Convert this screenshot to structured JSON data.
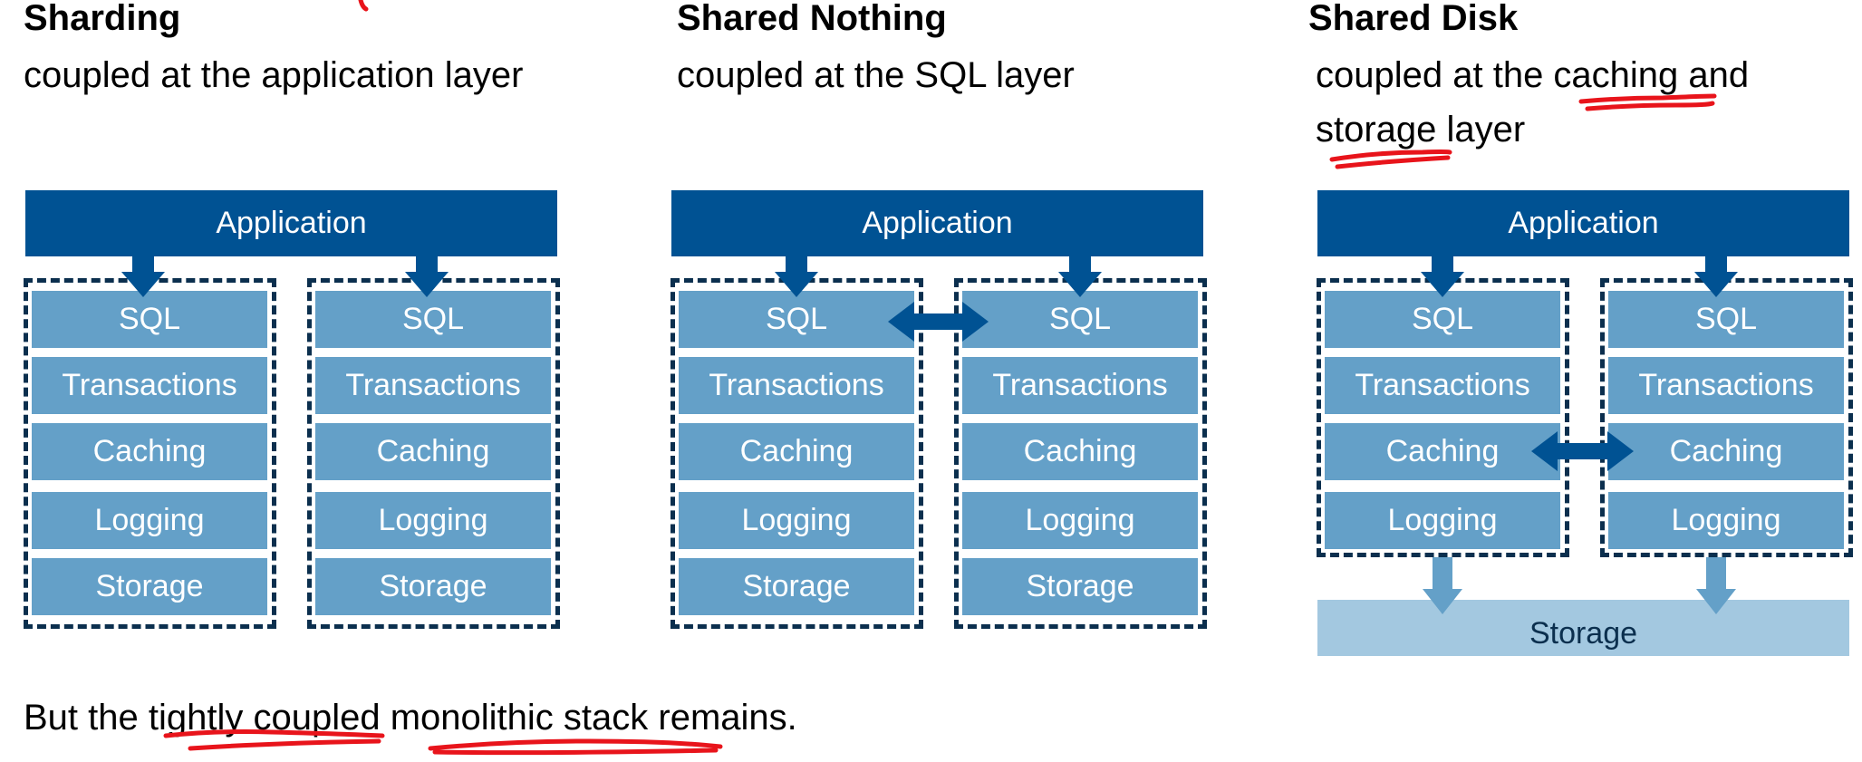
{
  "panels": [
    {
      "title": "Sharding",
      "subtitle_lines": [
        "coupled at the application layer"
      ],
      "application_label": "Application",
      "nodes": [
        {
          "layers": [
            "SQL",
            "Transactions",
            "Caching",
            "Logging",
            "Storage"
          ]
        },
        {
          "layers": [
            "SQL",
            "Transactions",
            "Caching",
            "Logging",
            "Storage"
          ]
        }
      ]
    },
    {
      "title": "Shared Nothing",
      "subtitle_lines": [
        "coupled at the SQL layer"
      ],
      "application_label": "Application",
      "nodes": [
        {
          "layers": [
            "SQL",
            "Transactions",
            "Caching",
            "Logging",
            "Storage"
          ]
        },
        {
          "layers": [
            "SQL",
            "Transactions",
            "Caching",
            "Logging",
            "Storage"
          ]
        }
      ]
    },
    {
      "title": "Shared Disk",
      "subtitle_lines": [
        "coupled at the caching and",
        "storage layer"
      ],
      "application_label": "Application",
      "nodes": [
        {
          "layers": [
            "SQL",
            "Transactions",
            "Caching",
            "Logging"
          ]
        },
        {
          "layers": [
            "SQL",
            "Transactions",
            "Caching",
            "Logging"
          ]
        }
      ],
      "shared_storage_label": "Storage"
    }
  ],
  "bottom_text": "But the tightly coupled monolithic stack remains.",
  "colors": {
    "application": "#005293",
    "layer": "#64a0c8",
    "shared_storage": "#a3c8e0",
    "dashed_border": "#0b2f4e",
    "annotation": "#e8141b"
  }
}
